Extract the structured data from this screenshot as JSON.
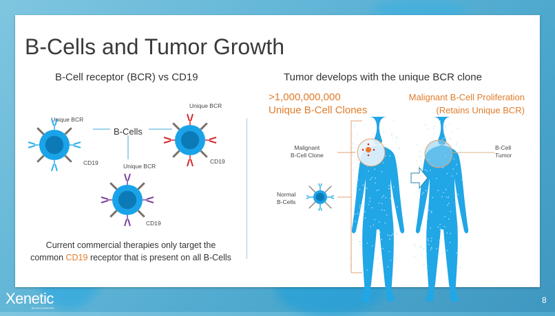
{
  "slide": {
    "title": "B-Cells and Tumor Growth",
    "page_number": "8",
    "logo": {
      "name": "Xenetic",
      "sub": "BIOSCIENCES"
    }
  },
  "left": {
    "heading": "B-Cell receptor (BCR) vs CD19",
    "center_label": "B-Cells",
    "bcr_label": "Unique BCR",
    "cd19_label": "CD19",
    "caption_line1": "Current commercial therapies only target the",
    "caption_pre": "common ",
    "caption_highlight": "CD19",
    "caption_post": " receptor that is present on all B-Cells"
  },
  "right": {
    "heading": "Tumor develops with the unique BCR clone",
    "clones_line1": ">1,000,000,000",
    "clones_line2": "Unique B-Cell Clones",
    "prolif_line1": "Malignant B-Cell Proliferation",
    "prolif_line2": "(Retains Unique BCR)",
    "malignant_line1": "Malignant",
    "malignant_line2": "B-Cell Clone",
    "normal_line1": "Normal",
    "normal_line2": "B-Cells",
    "tumor_line1": "B-Cell",
    "tumor_line2": "Tumor"
  },
  "colors": {
    "accent": "#e07c2a",
    "cell": "#1aa3e8",
    "nucleus": "#0d7ab8",
    "bcr_blue": "#2ab0e8",
    "bcr_red": "#d8232a",
    "bcr_purple": "#7b3fa0",
    "cd19": "#7a7068",
    "body": "#21a6e6"
  }
}
